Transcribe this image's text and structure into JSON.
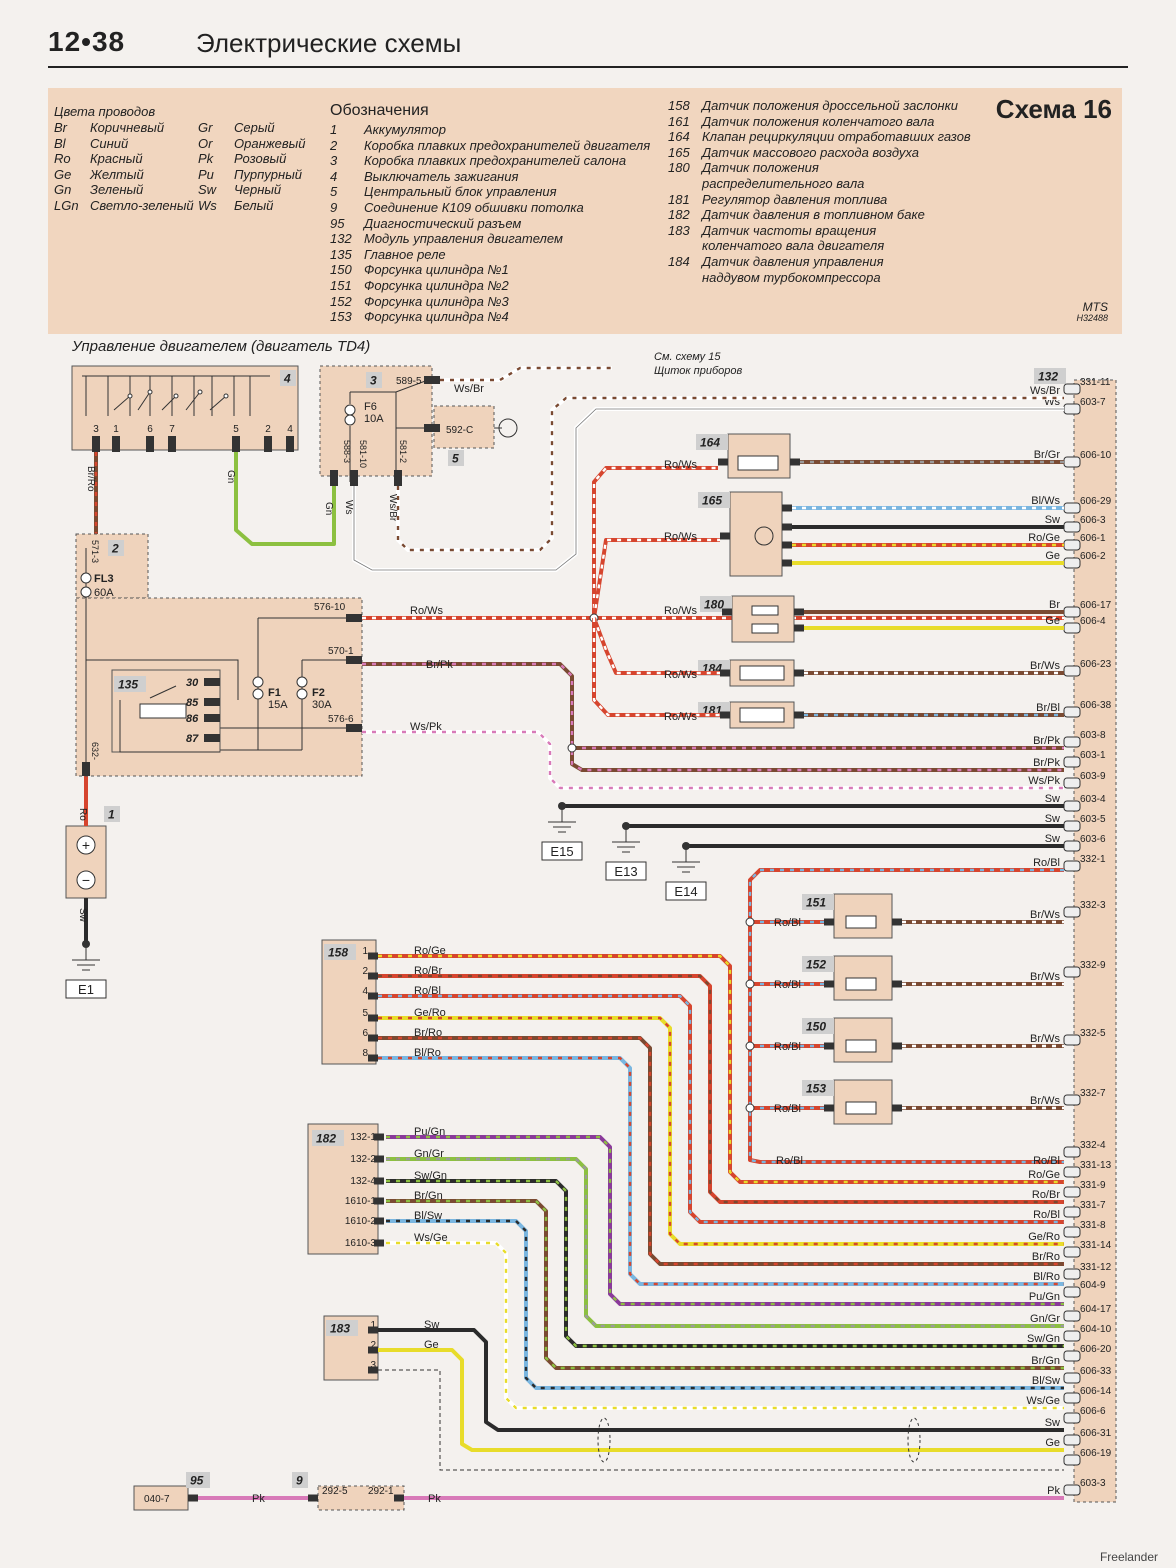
{
  "header": {
    "page": "12•38",
    "title": "Электрические схемы"
  },
  "legend": {
    "scheme": "Схема 16",
    "colors_title": "Цвета проводов",
    "colors": [
      {
        "code": "Br",
        "name": "Коричневый",
        "code2": "Gr",
        "name2": "Серый"
      },
      {
        "code": "Bl",
        "name": "Синий",
        "code2": "Or",
        "name2": "Оранжевый"
      },
      {
        "code": "Ro",
        "name": "Красный",
        "code2": "Pk",
        "name2": "Розовый"
      },
      {
        "code": "Ge",
        "name": "Желтый",
        "code2": "Pu",
        "name2": "Пурпурный"
      },
      {
        "code": "Gn",
        "name": "Зеленый",
        "code2": "Sw",
        "name2": "Черный"
      },
      {
        "code": "LGn",
        "name": "Светло-зеленый",
        "code2": "Ws",
        "name2": "Белый"
      }
    ],
    "designations_title": "Обозначения",
    "designations": [
      {
        "num": "1",
        "text": "Аккумулятор"
      },
      {
        "num": "2",
        "text": "Коробка плавких предохранителей двигателя"
      },
      {
        "num": "3",
        "text": "Коробка плавких предохранителей салона"
      },
      {
        "num": "4",
        "text": "Выключатель зажигания"
      },
      {
        "num": "5",
        "text": "Центральный блок управления"
      },
      {
        "num": "9",
        "text": "Соединение К109 обшивки потолка"
      },
      {
        "num": "95",
        "text": "Диагностический разъем"
      },
      {
        "num": "132",
        "text": "Модуль управления двигателем"
      },
      {
        "num": "135",
        "text": "Главное реле"
      },
      {
        "num": "150",
        "text": "Форсунка цилиндра №1"
      },
      {
        "num": "151",
        "text": "Форсунка цилиндра №2"
      },
      {
        "num": "152",
        "text": "Форсунка цилиндра №3"
      },
      {
        "num": "153",
        "text": "Форсунка цилиндра №4"
      }
    ],
    "designations2": [
      {
        "num": "158",
        "text": "Датчик положения дроссельной заслонки"
      },
      {
        "num": "161",
        "text": "Датчик положения коленчатого вала"
      },
      {
        "num": "164",
        "text": "Клапан рециркуляции отработавших газов"
      },
      {
        "num": "165",
        "text": "Датчик массового расхода воздуха"
      },
      {
        "num": "180",
        "text": "Датчик положения"
      },
      {
        "num": "",
        "text": "распределительного вала"
      },
      {
        "num": "181",
        "text": "Регулятор давления топлива"
      },
      {
        "num": "182",
        "text": "Датчик давления в топливном баке"
      },
      {
        "num": "183",
        "text": "Датчик частоты вращения"
      },
      {
        "num": "",
        "text": "коленчатого вала двигателя"
      },
      {
        "num": "184",
        "text": "Датчик давления управления"
      },
      {
        "num": "",
        "text": "наддувом турбокомпрессора"
      }
    ],
    "mts": "MTS",
    "code": "H32488"
  },
  "subtitle": "Управление двигателем (двигатель TD4)",
  "footer": "Freelander",
  "wire_colors": {
    "Br": "#7a4a32",
    "Bl": "#7ab6e0",
    "Ro": "#d6452e",
    "Ge": "#e8dc2a",
    "Gn": "#8cc040",
    "Sw": "#2b2b2b",
    "Ws": "#ffffff",
    "Pk": "#d87ab8",
    "Pu": "#8a3a9a",
    "Gr": "#9a9a9a"
  },
  "components": {
    "c4": "4",
    "c3": "3",
    "c5": "5",
    "c2": "2",
    "c1": "1",
    "c132": "132",
    "c135": "135",
    "c164": "164",
    "c165": "165",
    "c180": "180",
    "c184": "184",
    "c181": "181",
    "c151": "151",
    "c152": "152",
    "c150": "150",
    "c153": "153",
    "c158": "158",
    "c182": "182",
    "c183": "183",
    "c95": "95",
    "c9": "9"
  },
  "fuses": {
    "f6": "F6",
    "f6a": "10A",
    "fl3": "FL3",
    "fl3a": "60A",
    "f1": "F1",
    "f1a": "15A",
    "f2": "F2",
    "f2a": "30A"
  },
  "grounds": [
    "E1",
    "E15",
    "E13",
    "E14"
  ],
  "note": {
    "line1": "См. схему 15",
    "line2": "Щиток приборов"
  },
  "ecu_pins": [
    {
      "pin": "331-11",
      "wire": "Ws/Br"
    },
    {
      "pin": "603-7",
      "wire": "Ws"
    },
    {
      "pin": "606-10",
      "wire": "Br/Gr"
    },
    {
      "pin": "606-29",
      "wire": "Bl/Ws"
    },
    {
      "pin": "606-3",
      "wire": "Sw"
    },
    {
      "pin": "606-1",
      "wire": "Ro/Ge"
    },
    {
      "pin": "606-2",
      "wire": "Ge"
    },
    {
      "pin": "606-17",
      "wire": "Br"
    },
    {
      "pin": "606-4",
      "wire": "Ge"
    },
    {
      "pin": "606-23",
      "wire": "Br/Ws"
    },
    {
      "pin": "606-38",
      "wire": "Br/Bl"
    },
    {
      "pin": "603-8",
      "wire": "Br/Pk"
    },
    {
      "pin": "603-1",
      "wire": "Br/Pk"
    },
    {
      "pin": "603-9",
      "wire": "Ws/Pk"
    },
    {
      "pin": "603-4",
      "wire": "Sw"
    },
    {
      "pin": "603-5",
      "wire": "Sw"
    },
    {
      "pin": "603-6",
      "wire": "Sw"
    },
    {
      "pin": "332-1",
      "wire": "Ro/Bl"
    },
    {
      "pin": "332-3",
      "wire": "Br/Ws"
    },
    {
      "pin": "332-9",
      "wire": "Br/Ws"
    },
    {
      "pin": "332-5",
      "wire": "Br/Ws"
    },
    {
      "pin": "332-7",
      "wire": "Br/Ws"
    },
    {
      "pin": "332-4",
      "wire": "Ro/Bl"
    },
    {
      "pin": "331-13",
      "wire": "Ro/Ge"
    },
    {
      "pin": "331-9",
      "wire": "Ro/Br"
    },
    {
      "pin": "331-7",
      "wire": "Ro/Bl"
    },
    {
      "pin": "331-8",
      "wire": "Ge/Ro"
    },
    {
      "pin": "331-14",
      "wire": "Br/Ro"
    },
    {
      "pin": "331-12",
      "wire": "Bl/Ro"
    },
    {
      "pin": "604-9",
      "wire": "Pu/Gn"
    },
    {
      "pin": "604-17",
      "wire": "Gn/Gr"
    },
    {
      "pin": "604-10",
      "wire": "Sw/Gn"
    },
    {
      "pin": "606-20",
      "wire": "Br/Gn"
    },
    {
      "pin": "606-33",
      "wire": "Bl/Sw"
    },
    {
      "pin": "606-14",
      "wire": "Ws/Ge"
    },
    {
      "pin": "606-6",
      "wire": "Sw"
    },
    {
      "pin": "606-31",
      "wire": "Ge"
    },
    {
      "pin": "606-19",
      "wire": ""
    },
    {
      "pin": "603-3",
      "wire": "Pk"
    }
  ],
  "labels": {
    "br_ro": "Br/Ro",
    "gn": "Gn",
    "gn2": "Gn",
    "ws": "Ws",
    "ws_br": "Ws/Br",
    "ws_br2": "Ws/Br",
    "p589": "589-5",
    "p588": "588-3",
    "p581a": "581-10",
    "p581b": "581-2",
    "p592": "592-C",
    "p571": "571-3",
    "p576a": "576-10",
    "p570": "570-1",
    "p576b": "576-6",
    "p632": "632-",
    "ro_ws1": "Ro/Ws",
    "br_pk1": "Br/Pk",
    "ws_pk1": "Ws/Pk",
    "ro1": "Ro",
    "sw1": "Sw",
    "ro_ws_164": "Ro/Ws",
    "ro_ws_165": "Ro/Ws",
    "ro_ws_180": "Ro/Ws",
    "ro_ws_184": "Ro/Ws",
    "ro_ws_181": "Ro/Ws",
    "r30": "30",
    "r85": "85",
    "r86": "86",
    "r87": "87",
    "ro_bl_151": "Ro/Bl",
    "ro_bl_152": "Ro/Bl",
    "ro_bl_150": "Ro/Bl",
    "ro_bl_153": "Ro/Bl",
    "ro_bl_top": "Ro/Bl",
    "ro_ge": "Ro/Ge",
    "ro_br": "Ro/Br",
    "ro_bl_158": "Ro/Bl",
    "ge_ro": "Ge/Ro",
    "br_ro_158": "Br/Ro",
    "bl_ro": "Bl/Ro",
    "pu_gn": "Pu/Gn",
    "gn_gr": "Gn/Gr",
    "sw_gn": "Sw/Gn",
    "br_gn": "Br/Gn",
    "bl_sw": "Bl/Sw",
    "ws_ge": "Ws/Ge",
    "sw183": "Sw",
    "ge183": "Ge",
    "pk1": "Pk",
    "pk2": "Pk",
    "p132_1": "132-1",
    "p132_2": "132-2",
    "p132_4": "132-4",
    "p1610_1": "1610-1",
    "p1610_2": "1610-2",
    "p1610_3": "1610-3",
    "p040": "040-7",
    "p292a": "292-5",
    "p292b": "292-1"
  }
}
